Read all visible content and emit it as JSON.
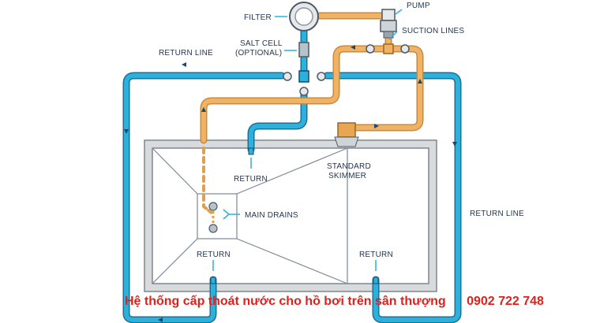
{
  "labels": {
    "filter": "FILTER",
    "pump": "PUMP",
    "suction_lines": "SUCTION LINES",
    "salt_cell_1": "SALT CELL",
    "salt_cell_2": "(OPTIONAL)",
    "return_line_left": "RETURN LINE",
    "return_line_right": "RETURN LINE",
    "return_top": "RETURN",
    "standard_skimmer_1": "STANDARD",
    "standard_skimmer_2": "SKIMMER",
    "main_drains": "MAIN DRAINS",
    "return_bottom_left": "RETURN",
    "return_bottom_right": "RETURN"
  },
  "caption": {
    "title": "Hệ thống cấp thoát nước cho hồ bơi trên sân thượng",
    "phone": "0902 722 748"
  },
  "colors": {
    "return_pipe": "#2596be",
    "suction_pipe": "#e8a552",
    "pool_border": "#d9dadb",
    "label_text": "#1f3550",
    "caption_text": "#e0201b"
  }
}
